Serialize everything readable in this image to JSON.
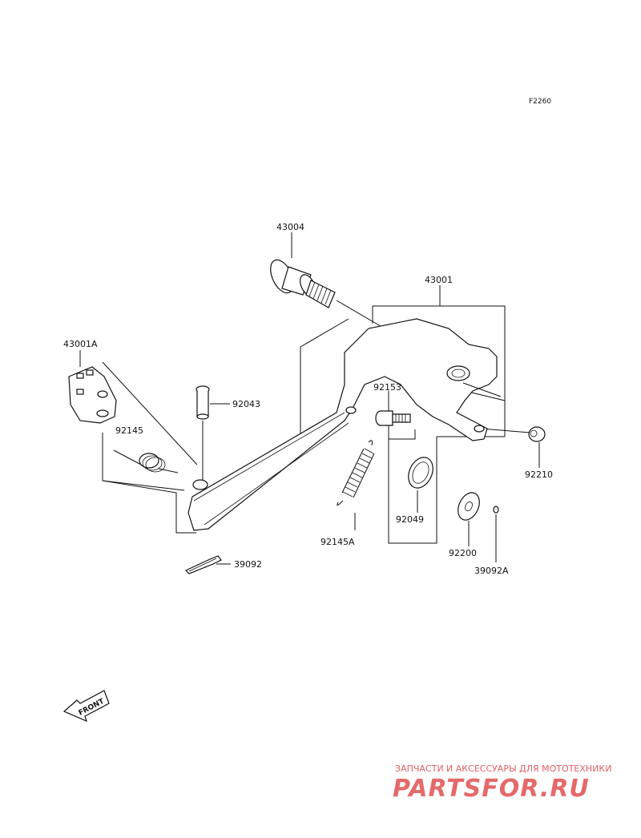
{
  "figure_code": "F2260",
  "parts": {
    "p43004": "43004",
    "p43001": "43001",
    "p43001A": "43001A",
    "p92043": "92043",
    "p92145": "92145",
    "p92153": "92153",
    "p92210": "92210",
    "p92145A": "92145A",
    "p92049": "92049",
    "p39092": "39092",
    "p92200": "92200",
    "p39092A": "39092A"
  },
  "front_label": "FRONT",
  "watermark": {
    "tagline": "ЗАПЧАСТИ И АКСЕССУАРЫ ДЛЯ МОТОТЕХНИКИ",
    "logo": "PARTSFOR.RU"
  }
}
